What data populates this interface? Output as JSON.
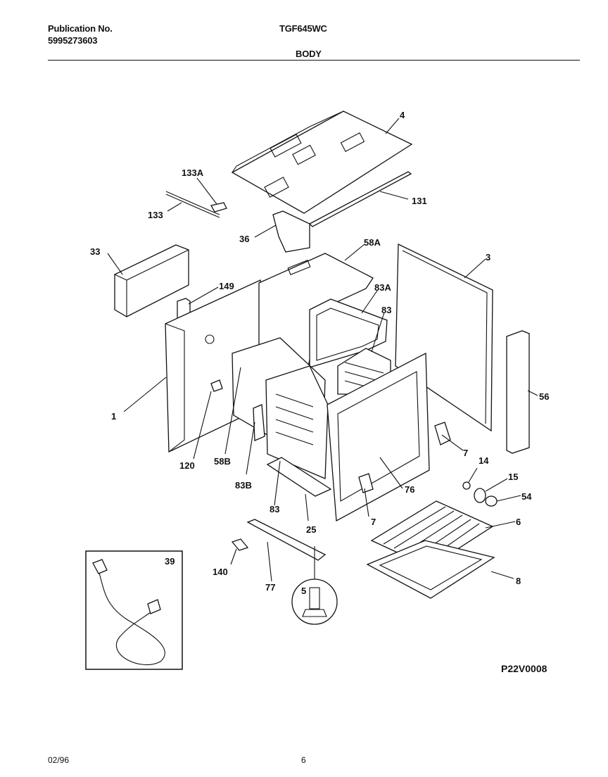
{
  "header": {
    "publication_label": "Publication No.",
    "publication_number": "5995273603",
    "model": "TGF645WC",
    "section": "BODY"
  },
  "callouts": [
    {
      "id": "4",
      "text": "4"
    },
    {
      "id": "133A",
      "text": "133A"
    },
    {
      "id": "133",
      "text": "133"
    },
    {
      "id": "131",
      "text": "131"
    },
    {
      "id": "36",
      "text": "36"
    },
    {
      "id": "58A",
      "text": "58A"
    },
    {
      "id": "33",
      "text": "33"
    },
    {
      "id": "3",
      "text": "3"
    },
    {
      "id": "149",
      "text": "149"
    },
    {
      "id": "83A",
      "text": "83A"
    },
    {
      "id": "83-top",
      "text": "83"
    },
    {
      "id": "56",
      "text": "56"
    },
    {
      "id": "1",
      "text": "1"
    },
    {
      "id": "7-top",
      "text": "7"
    },
    {
      "id": "120",
      "text": "120"
    },
    {
      "id": "58B",
      "text": "58B"
    },
    {
      "id": "14",
      "text": "14"
    },
    {
      "id": "15",
      "text": "15"
    },
    {
      "id": "83B",
      "text": "83B"
    },
    {
      "id": "54",
      "text": "54"
    },
    {
      "id": "76",
      "text": "76"
    },
    {
      "id": "83-bottom",
      "text": "83"
    },
    {
      "id": "25",
      "text": "25"
    },
    {
      "id": "7-bottom",
      "text": "7"
    },
    {
      "id": "6",
      "text": "6"
    },
    {
      "id": "39",
      "text": "39"
    },
    {
      "id": "140",
      "text": "140"
    },
    {
      "id": "77",
      "text": "77"
    },
    {
      "id": "8",
      "text": "8"
    },
    {
      "id": "5",
      "text": "5"
    }
  ],
  "drawing_code": "P22V0008",
  "footer": {
    "date": "02/96",
    "page": "6"
  }
}
